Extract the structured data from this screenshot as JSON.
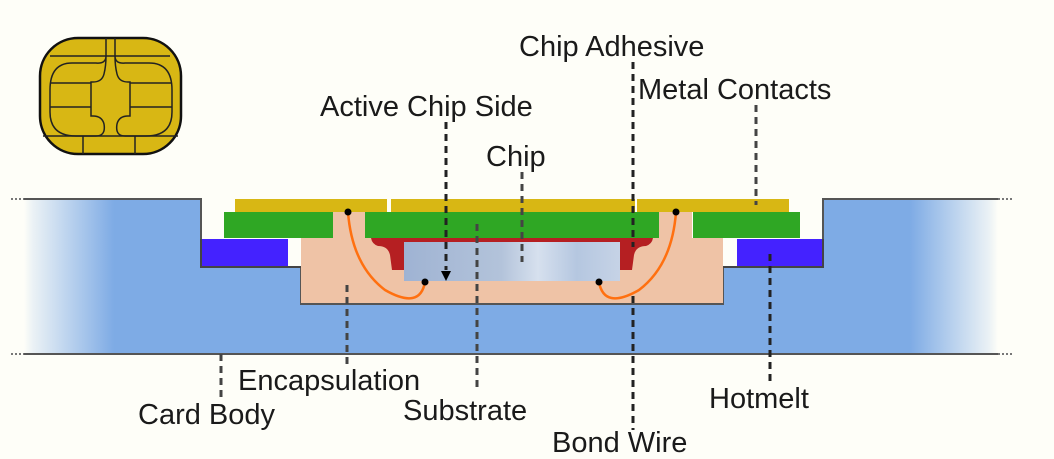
{
  "title": "Smart card chip module cross-section",
  "colors": {
    "background": "#fefef8",
    "card_body": "#7eabe5",
    "metal_contacts": "#d8b714",
    "substrate": "#2fa724",
    "hotmelt": "#4422ff",
    "encapsulation": "#efc3a6",
    "chip_adhesive": "#b51f22",
    "chip": "#a9bcd6",
    "bond_wire": "#ff7010",
    "outline": "#333333"
  },
  "labels": {
    "chip_adhesive": "Chip Adhesive",
    "metal_contacts": "Metal Contacts",
    "active_chip_side": "Active Chip Side",
    "chip": "Chip",
    "encapsulation": "Encapsulation",
    "card_body": "Card Body",
    "substrate": "Substrate",
    "hotmelt": "Hotmelt",
    "bond_wire": "Bond Wire"
  },
  "icons": {
    "chip_contact": "smart-card-chip-icon"
  }
}
